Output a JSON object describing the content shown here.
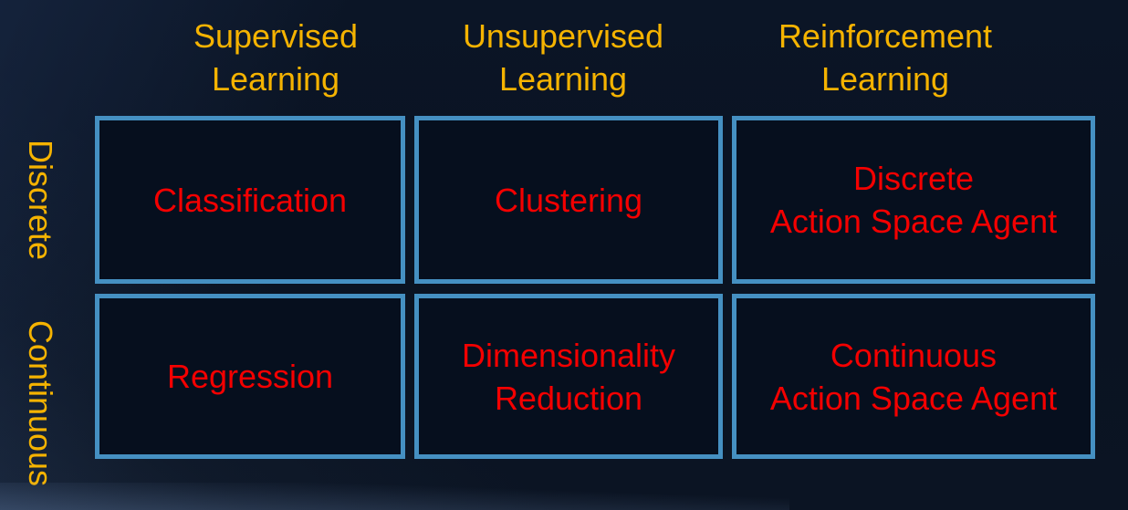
{
  "slide": {
    "background_color": "#0A1322",
    "colors": {
      "header_text": "#F5B301",
      "cell_text": "#F40000",
      "cell_border": "#4590C2",
      "cell_background": "#060F1E"
    }
  },
  "matrix": {
    "column_headers": [
      "Supervised\nLearning",
      "Unsupervised\nLearning",
      "Reinforcement\nLearning"
    ],
    "row_labels": [
      "Discrete",
      "Continuous"
    ],
    "cells": [
      [
        "Classification",
        "Clustering",
        "Discrete\nAction Space Agent"
      ],
      [
        "Regression",
        "Dimensionality\nReduction",
        "Continuous\nAction Space Agent"
      ]
    ]
  }
}
